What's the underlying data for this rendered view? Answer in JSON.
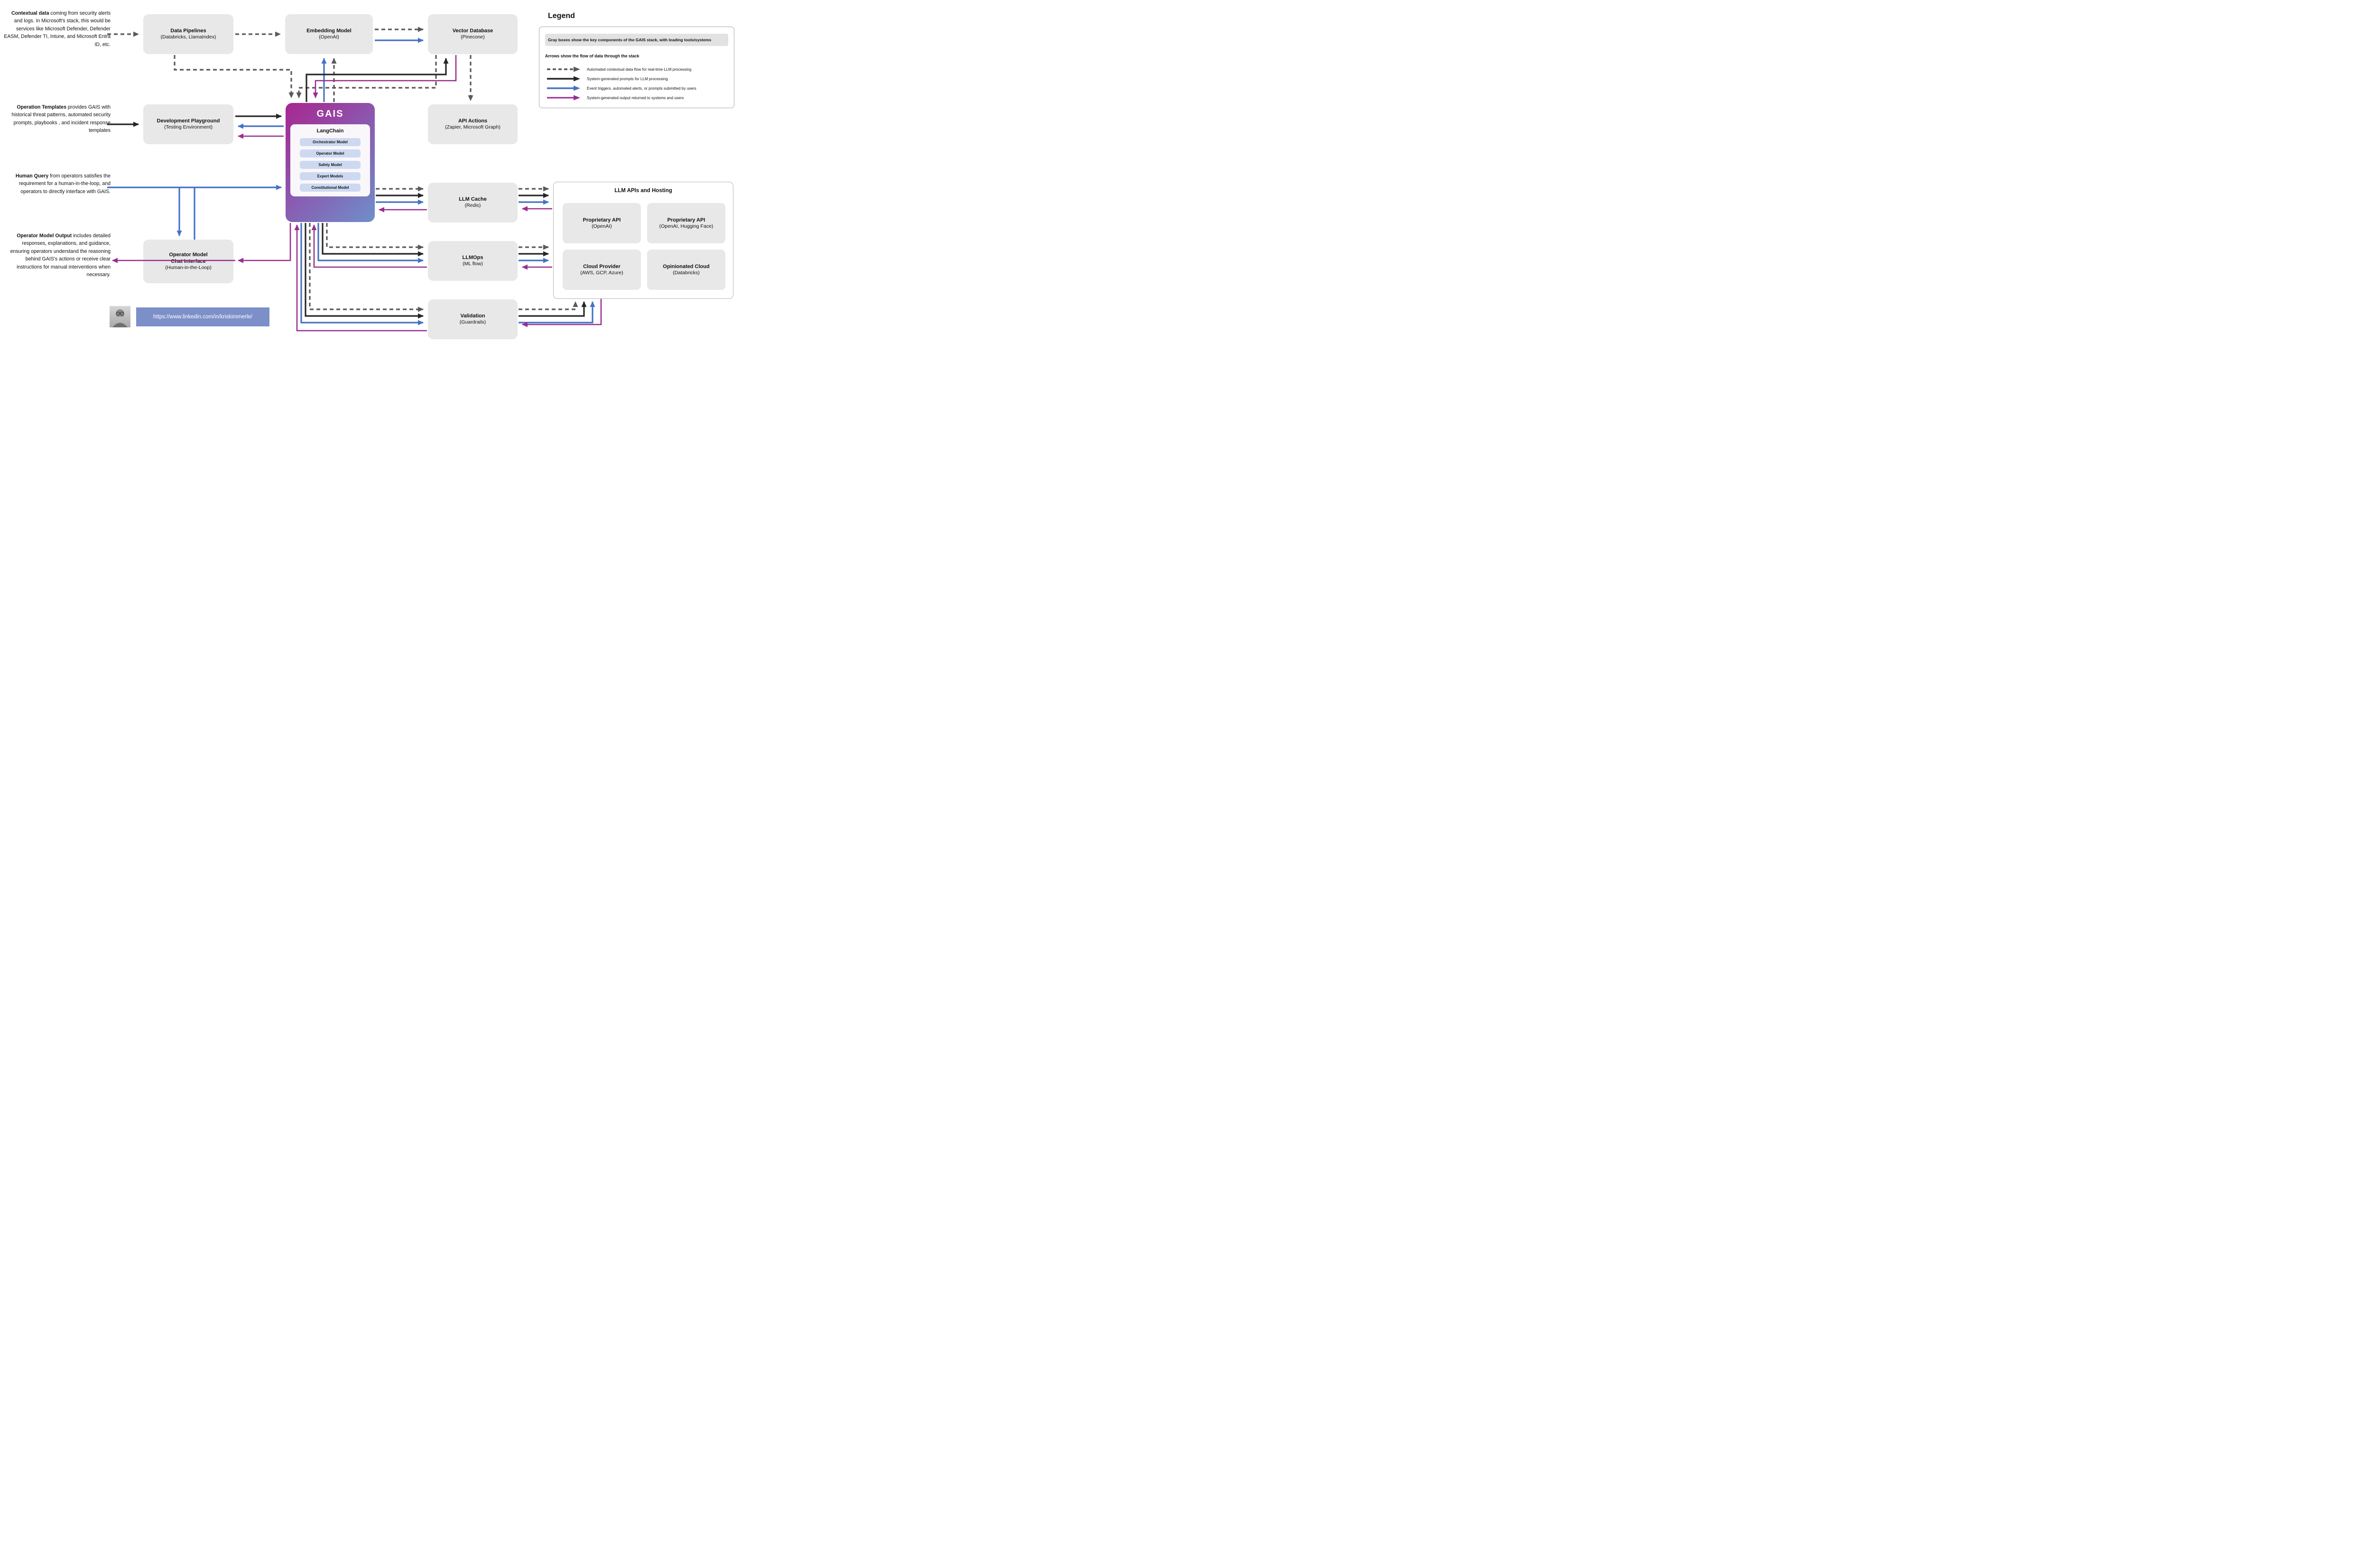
{
  "annotations": [
    {
      "bold": "Contextual data",
      "text": " coming from security alerts and logs. In Microsoft's stack, this would be services like Microsoft Defender, Defender EASM, Defender TI, Intune, and Microsoft Entra ID, etc."
    },
    {
      "bold": "Operation Templates",
      "text": " provides GAIS with historical threat patterns, automated security prompts, playbooks , and incident response templates"
    },
    {
      "bold": "Human Query",
      "text": "  from operators satisfies the requirement for a human-in-the-loop, and operators to directly interface with GAIS."
    },
    {
      "bold": "Operator Model Output",
      "text": " includes detailed responses, explanations, and guidance, ensuring operators understand the reasoning behind GAIS's actions or receive clear instructions for manual interventions when necessary."
    }
  ],
  "boxes": {
    "data_pipelines": {
      "title": "Data Pipelines",
      "subtitle": "(Databricks, LlamaIndex)"
    },
    "embedding_model": {
      "title": "Embedding Model",
      "subtitle": "(OpenAI)"
    },
    "vector_database": {
      "title": "Vector Database",
      "subtitle": "(Pinecone)"
    },
    "development_playground": {
      "title": "Development Playground",
      "subtitle": "(Testing Environment)"
    },
    "api_actions": {
      "title": "API Actions",
      "subtitle": "(Zapier, Microsoft Graph)"
    },
    "llm_cache": {
      "title": "LLM Cache",
      "subtitle": "(Redis)"
    },
    "llmops": {
      "title": "LLMOps",
      "subtitle": "(ML flow)"
    },
    "validation": {
      "title": "Validation",
      "subtitle": "(Guardrails)"
    },
    "operator_chat": {
      "title_line1": "Operator Model",
      "title_line2": "Chat Interface",
      "subtitle": "(Human-in-the-Loop)"
    }
  },
  "gais": {
    "title": "GAIS",
    "framework": "LangChain",
    "models": [
      "Orchestrator Model",
      "Operator Model",
      "Safety Model",
      "Expert Models",
      "Constitutional Model"
    ]
  },
  "llm_hosting": {
    "title": "LLM APIs and Hosting",
    "cells": [
      {
        "title": "Proprietary API",
        "subtitle": "(OpenAI)"
      },
      {
        "title": "Proprietary API",
        "subtitle": "(OpenAI, Hugging Face)"
      },
      {
        "title": "Cloud Provider",
        "subtitle": "(AWS, GCP, Azure)"
      },
      {
        "title": "Opinionated Cloud",
        "subtitle": "(Databricks)"
      }
    ]
  },
  "legend": {
    "title": "Legend",
    "gray_note": "Gray boxes show the key components of the GAIS stack, with leading tools/systems",
    "arrows_note": "Arrows show the flow of data through the stack",
    "items": [
      {
        "style": "dashed-gray",
        "label": "Automated contextual data flow for real-time LLM processing"
      },
      {
        "style": "solid-black",
        "label": "System-generated prompts for LLM processing"
      },
      {
        "style": "solid-blue",
        "label": "Event triggers, automated alerts, or prompts submitted by users"
      },
      {
        "style": "solid-purple",
        "label": "System-generated output returned to systems and users"
      }
    ]
  },
  "footer": {
    "link": "https://www.linkedin.com/in/kriskimmerle/",
    "avatar": "portrait-photo-grayscale"
  },
  "colors": {
    "dashed_gray": "#595959",
    "black": "#262626",
    "blue": "#4472c4",
    "purple": "#992d8e",
    "box_gray": "#e8e8e8",
    "gais_gradient_start": "#a8268e",
    "gais_gradient_end": "#6e8fc9",
    "pill_blue": "#cdd9f1",
    "url_bar": "#7c8fc9"
  }
}
